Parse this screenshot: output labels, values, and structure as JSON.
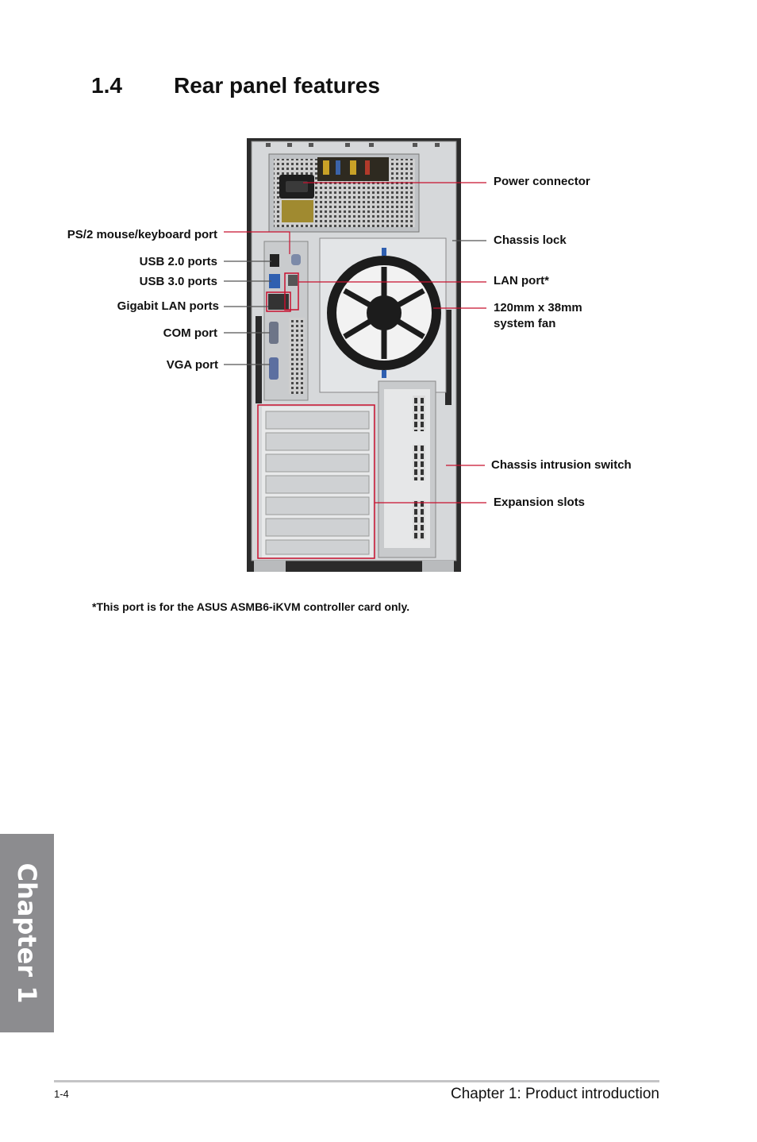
{
  "section": {
    "number": "1.4",
    "title": "Rear panel features"
  },
  "callouts": {
    "ps2_port": "PS/2 mouse/keyboard port",
    "usb2_ports": "USB 2.0 ports",
    "usb3_ports": "USB 3.0 ports",
    "gigabit_lan_ports": "Gigabit LAN ports",
    "com_port": "COM port",
    "vga_port": "VGA port",
    "power_connector": "Power connector",
    "chassis_lock": "Chassis lock",
    "lan_port": "LAN port*",
    "system_fan_line1": "120mm x 38mm",
    "system_fan_line2": "system fan",
    "chassis_intrusion_switch": "Chassis intrusion switch",
    "expansion_slots": "Expansion slots"
  },
  "footnote": "*This port is for the ASUS ASMB6-iKVM controller card only.",
  "chapter_tab": "Chapter 1",
  "footer": {
    "page_number": "1-4",
    "chapter_title": "Chapter 1: Product introduction"
  },
  "colors": {
    "callout_line": "#c8102e",
    "leader_line": "#555555",
    "tab": "#8c8c8f"
  }
}
